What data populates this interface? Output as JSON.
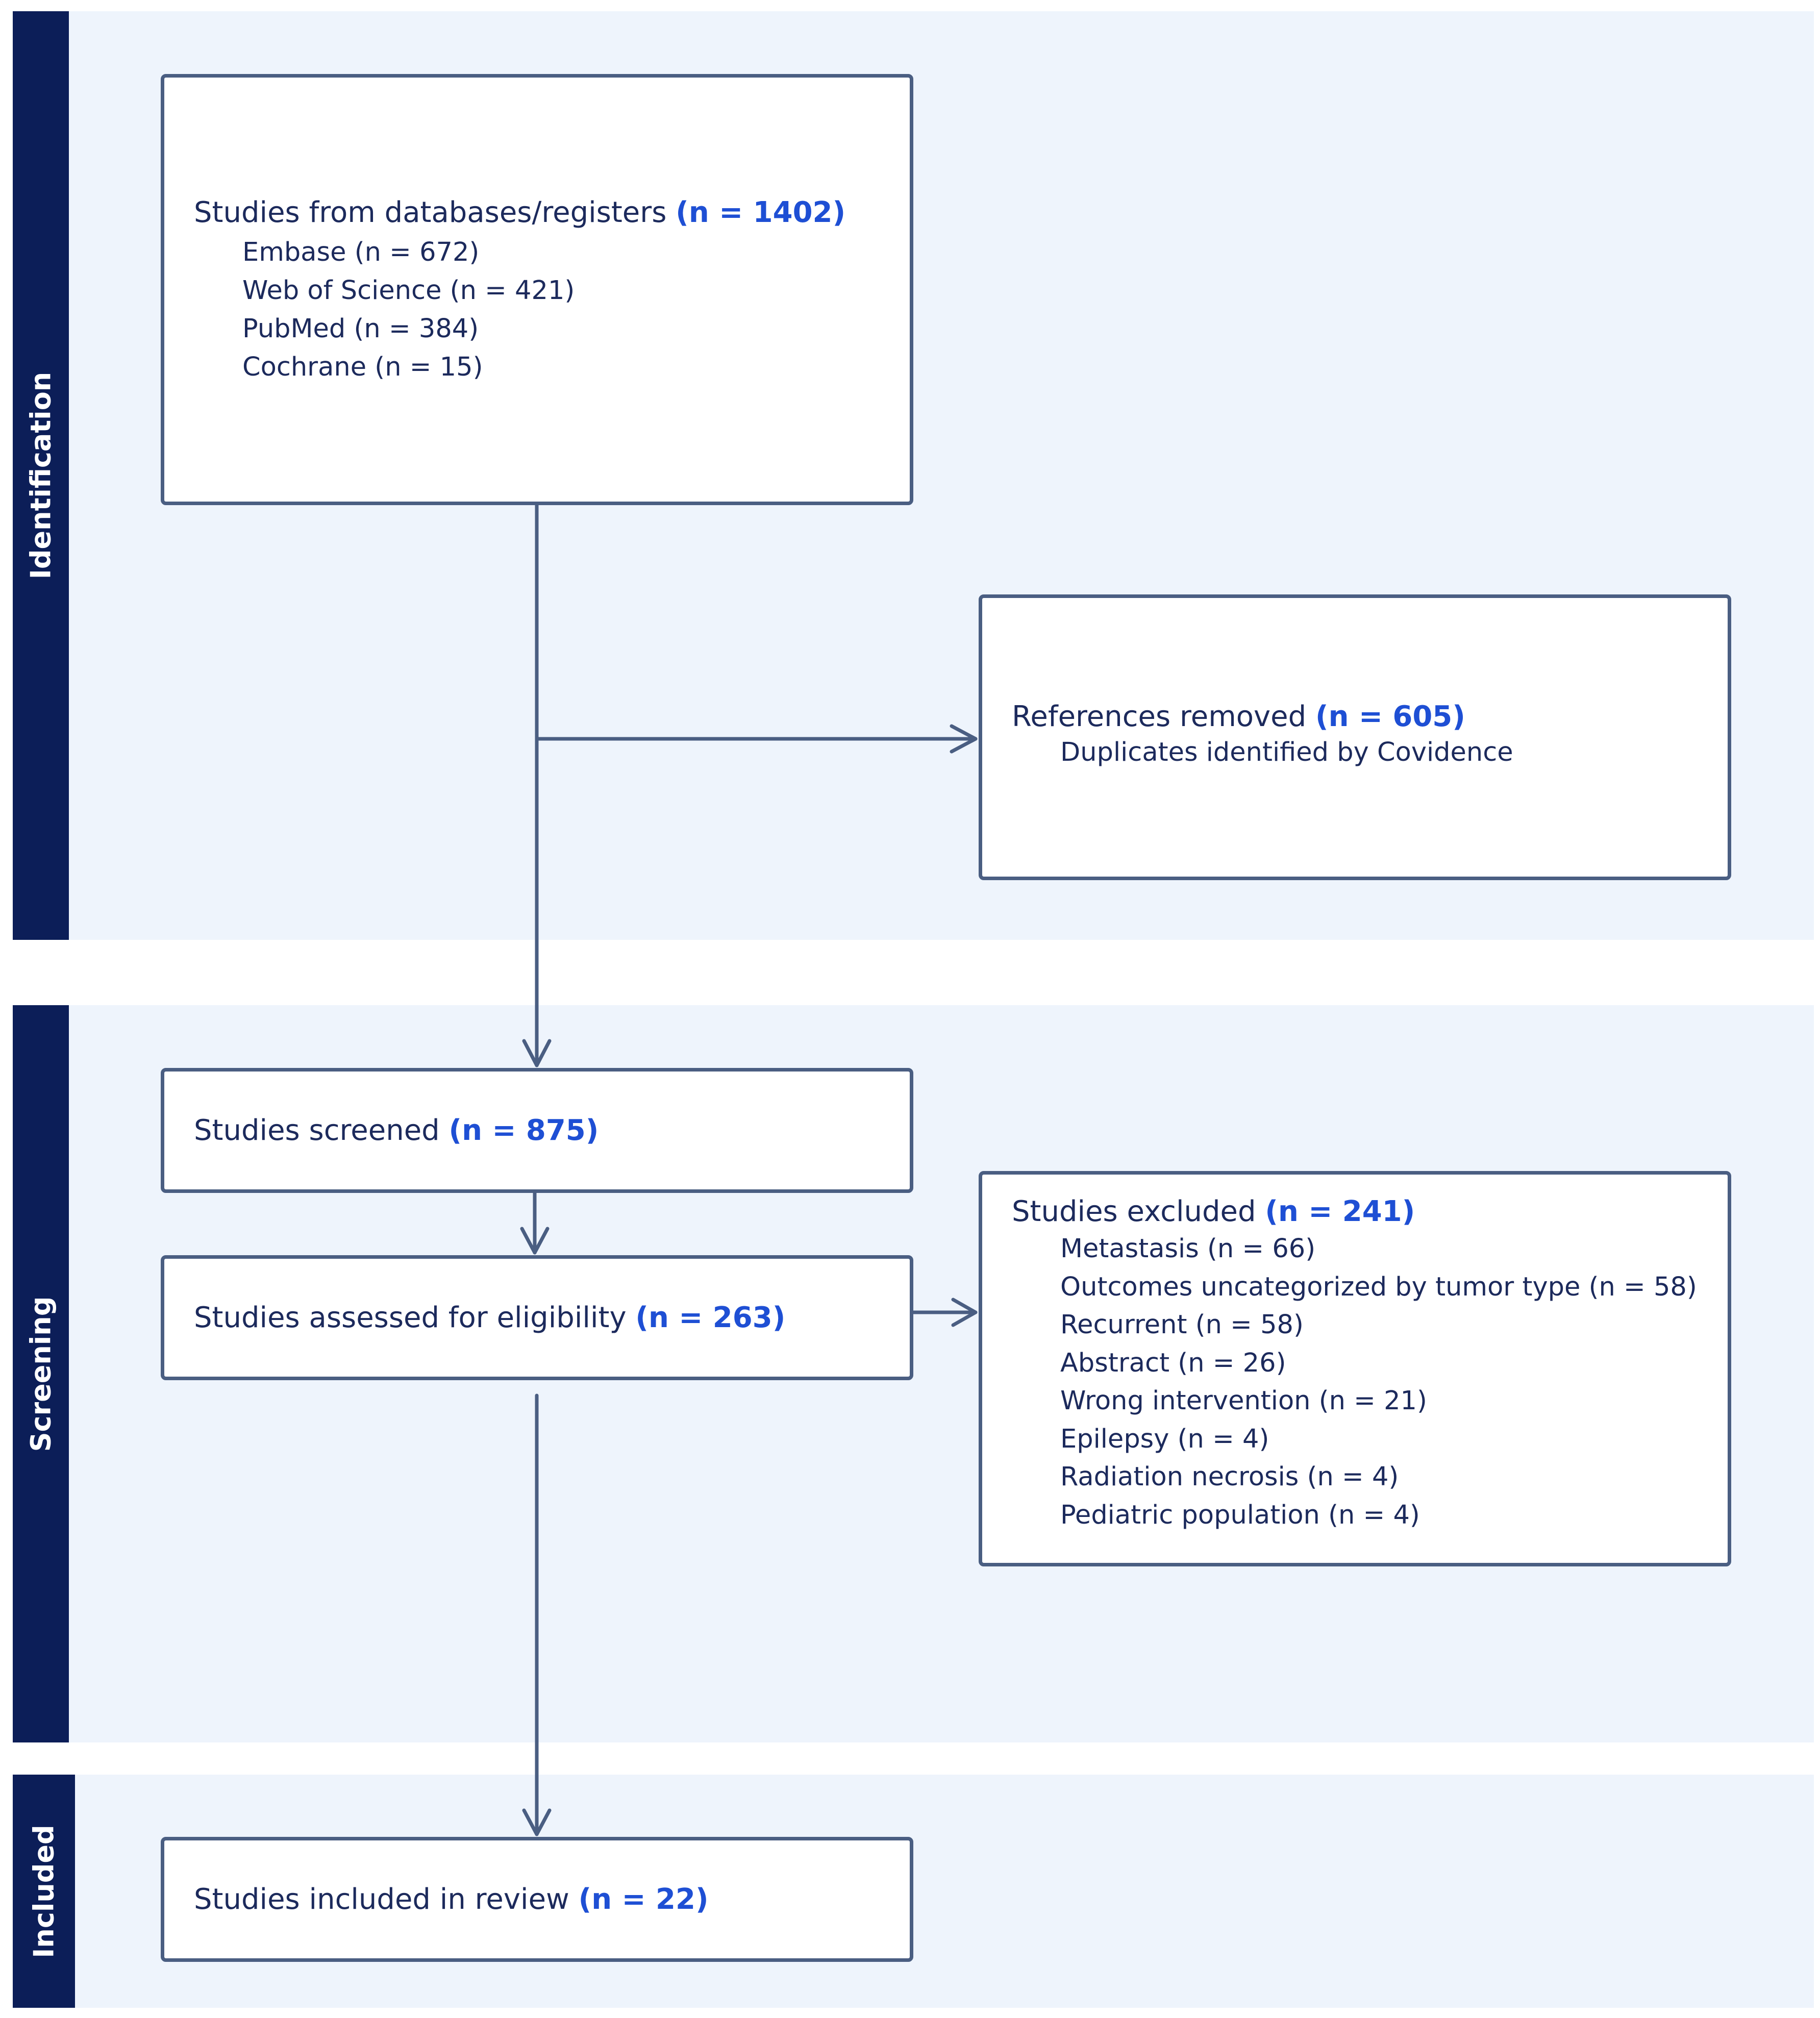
{
  "sections": {
    "identification": "Identification",
    "screening": "Screening",
    "included": "Included"
  },
  "records_identified": {
    "label": "Studies from databases/registers",
    "count": "(n = 1402)",
    "sources": [
      "Embase (n = 672)",
      "Web of Science (n = 421)",
      "PubMed (n = 384)",
      "Cochrane (n = 15)"
    ]
  },
  "references_removed": {
    "label": "References removed",
    "count": "(n = 605)",
    "detail": "Duplicates identified by Covidence"
  },
  "studies_screened": {
    "label": "Studies screened",
    "count": "(n = 875)"
  },
  "studies_assessed": {
    "label": "Studies assessed for eligibility",
    "count": "(n = 263)"
  },
  "studies_excluded": {
    "label": "Studies excluded",
    "count": "(n = 241)",
    "reasons": [
      "Metastasis (n = 66)",
      "Outcomes uncategorized by tumor type (n = 58)",
      "Recurrent (n = 58)",
      "Abstract (n = 26)",
      "Wrong intervention (n = 21)",
      "Epilepsy (n = 4)",
      "Radiation necrosis (n = 4)",
      "Pediatric population (n = 4)"
    ]
  },
  "studies_included": {
    "label": "Studies included in review",
    "count": "(n = 22)"
  },
  "colors": {
    "sidebar": "#0c1e58",
    "band": "#eef4fc",
    "count_highlight": "#1e4fd4",
    "arrow": "#4a5e82"
  }
}
